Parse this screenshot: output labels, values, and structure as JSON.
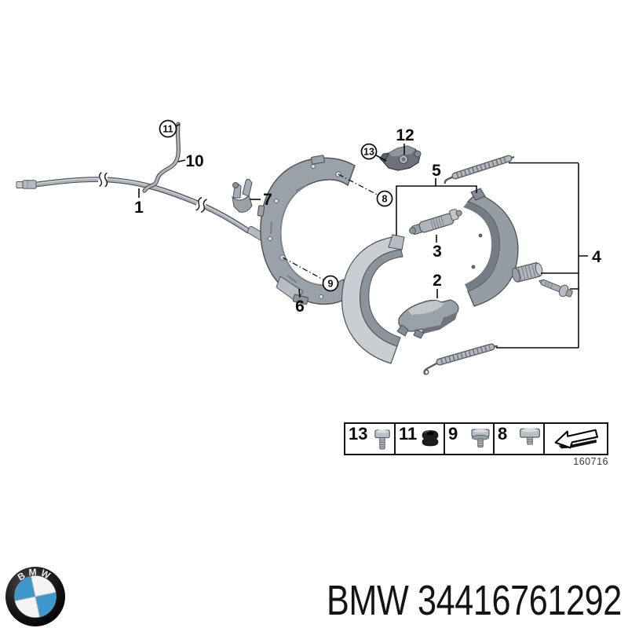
{
  "callouts": {
    "cable": "1",
    "actuator": "2",
    "adjuster": "3",
    "attachment_parts": "4",
    "brake_shoe_set": "5",
    "protection_plate": "6",
    "cable_holder": "7",
    "screw_8": "8",
    "screw_9": "9",
    "connecting_rod": "10",
    "grommet": "11",
    "expander_bracket": "12",
    "screw_13": "13"
  },
  "legend": {
    "cells": [
      {
        "label": "13",
        "icon": "hex-bolt-long-icon"
      },
      {
        "label": "11",
        "icon": "rubber-grommet-icon"
      },
      {
        "label": "9",
        "icon": "hex-bolt-washer-icon"
      },
      {
        "label": "8",
        "icon": "hex-bolt-short-icon"
      },
      {
        "label": "",
        "icon": "fitting-direction-arrow-icon"
      }
    ],
    "drawing_number": "160716"
  },
  "footer": {
    "logo_letters": "BMW",
    "part_number": "BMW 34416761292"
  },
  "colors": {
    "background": "#ffffff",
    "line": "#000000",
    "part_light": "#c9ced3",
    "part_mid": "#9aa0a7",
    "part_dark": "#6d727a",
    "bmw_blue": "#3f97cc"
  }
}
